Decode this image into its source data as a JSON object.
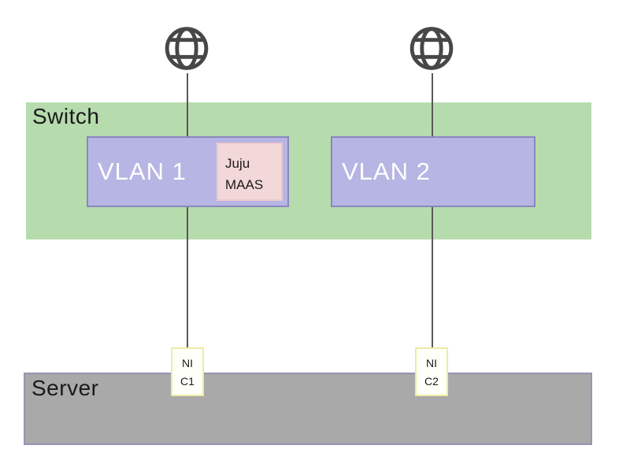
{
  "zones": {
    "switch": {
      "label": "Switch",
      "fill": "#b6dcae"
    },
    "server": {
      "label": "Server",
      "fill": "#a9a9a9",
      "border": "#9595b5"
    }
  },
  "nodes": {
    "internet1": {
      "icon": "globe-icon"
    },
    "internet2": {
      "icon": "globe-icon"
    },
    "vlan1": {
      "label": "VLAN 1",
      "fill": "#b7b5e4",
      "border": "#8a87bd",
      "text_color": "#ffffff"
    },
    "vlan2": {
      "label": "VLAN 2",
      "fill": "#b7b5e4",
      "border": "#8a87bd",
      "text_color": "#ffffff"
    },
    "juju_maas": {
      "line1": "Juju",
      "line2": "MAAS",
      "fill": "#f3d8d9",
      "border": "#eec9cd"
    },
    "nic1": {
      "line1": "NI",
      "line2": "C1",
      "fill": "#fffffa",
      "border": "#ececa3"
    },
    "nic2": {
      "line1": "NI",
      "line2": "C2",
      "fill": "#fffffa",
      "border": "#ececa3"
    }
  },
  "connections": {
    "line_color": "#595959",
    "globe_color": "#474747"
  }
}
